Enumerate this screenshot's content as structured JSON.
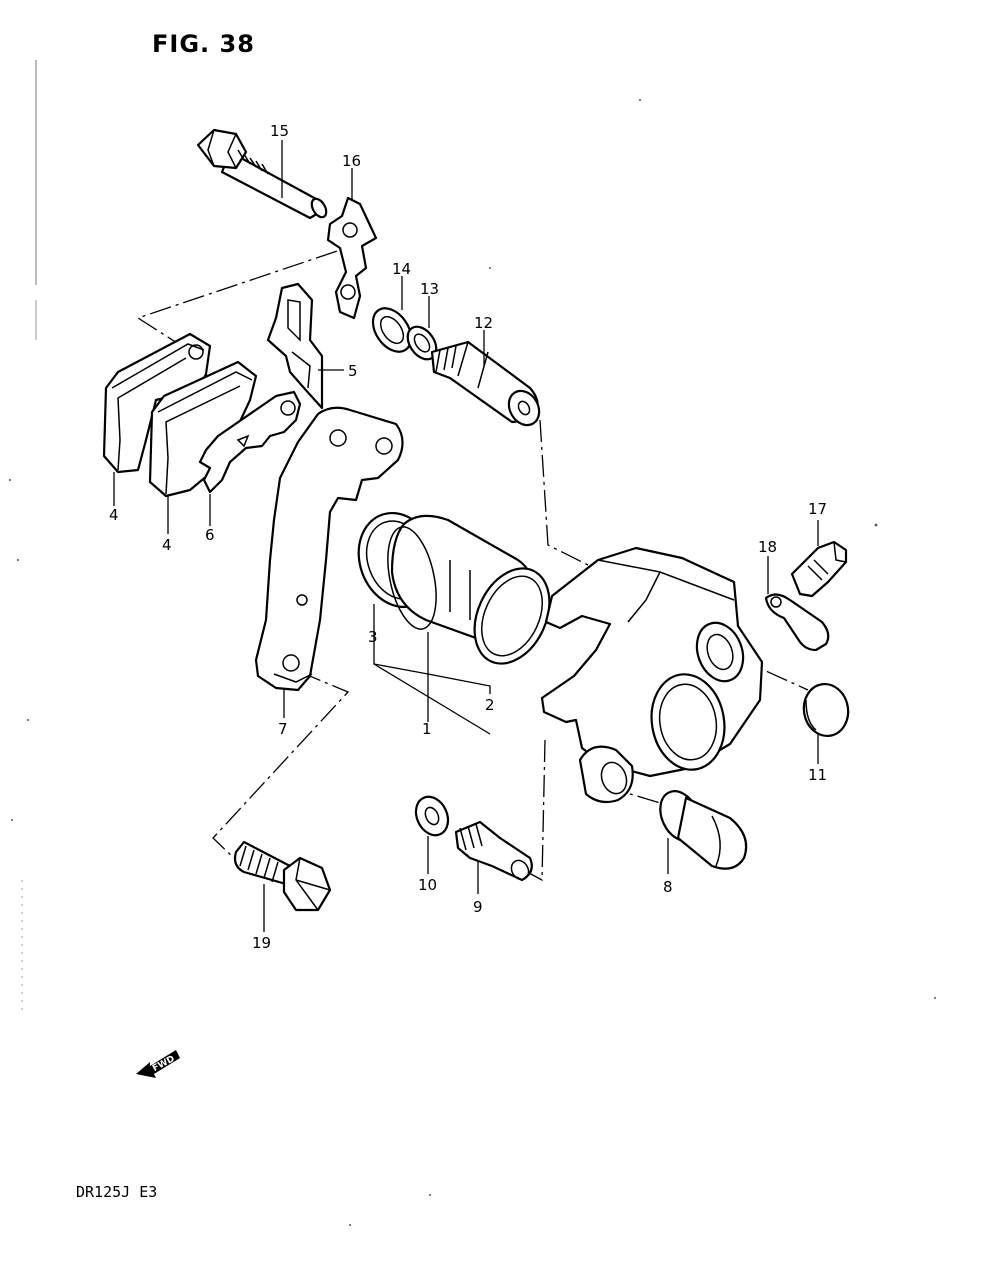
{
  "figure": {
    "title": "FIG. 38",
    "model_code": "DR125J  E3",
    "fwd_label": "FWD"
  },
  "callouts": [
    "1",
    "2",
    "3",
    "4",
    "4",
    "5",
    "6",
    "7",
    "8",
    "9",
    "10",
    "11",
    "12",
    "13",
    "14",
    "15",
    "16",
    "17",
    "18",
    "19"
  ],
  "parts": [
    {
      "ref": "piston",
      "callout": "1"
    },
    {
      "ref": "piston-seal",
      "callout": "2"
    },
    {
      "ref": "dust-seal",
      "callout": "3"
    },
    {
      "ref": "brake-pad-outer",
      "callout": "4"
    },
    {
      "ref": "brake-pad-inner",
      "callout": "4"
    },
    {
      "ref": "pad-spring",
      "callout": "5"
    },
    {
      "ref": "pad-shim",
      "callout": "6"
    },
    {
      "ref": "caliper-bracket",
      "callout": "7"
    },
    {
      "ref": "slide-pin-bolt",
      "callout": "8"
    },
    {
      "ref": "caliper-pin",
      "callout": "9"
    },
    {
      "ref": "washer",
      "callout": "10"
    },
    {
      "ref": "cap",
      "callout": "11"
    },
    {
      "ref": "pad-pin",
      "callout": "12"
    },
    {
      "ref": "o-ring",
      "callout": "13"
    },
    {
      "ref": "boot",
      "callout": "14"
    },
    {
      "ref": "mounting-bolt-upper",
      "callout": "15"
    },
    {
      "ref": "lock-washer",
      "callout": "16"
    },
    {
      "ref": "bleeder-valve",
      "callout": "17"
    },
    {
      "ref": "bleeder-cap",
      "callout": "18"
    },
    {
      "ref": "mounting-bolt-lower",
      "callout": "19"
    }
  ]
}
